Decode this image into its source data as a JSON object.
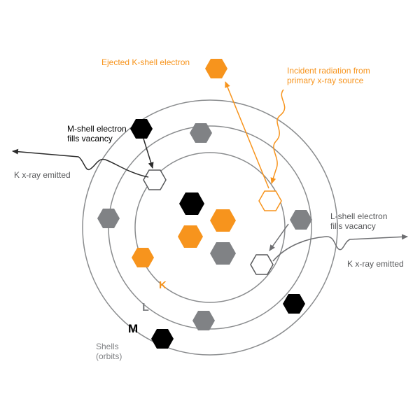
{
  "colors": {
    "orange": "#F7941D",
    "black": "#000000",
    "gray": "#808285",
    "dark_gray": "#3a3a3a",
    "shell_line": "#8a8c8e",
    "white": "#ffffff"
  },
  "labels": {
    "ejected_electron": "Ejected K-shell electron",
    "incident_line1": "Incident radiation from",
    "incident_line2": "primary x-ray source",
    "m_fill_line1": "M-shell electron",
    "m_fill_line2": "fills vacancy",
    "k_xray_left": "K x-ray emitted",
    "l_fill_line1": "L-shell electron",
    "l_fill_line2": "fills vacancy",
    "k_xray_right": "K x-ray emitted",
    "shells_line1": "Shells",
    "shells_line2": "(orbits)",
    "shell_k": "K",
    "shell_l": "L",
    "shell_m": "M"
  },
  "icons": {
    "electron": "hexagon",
    "vacancy": "hexagon-outline"
  }
}
